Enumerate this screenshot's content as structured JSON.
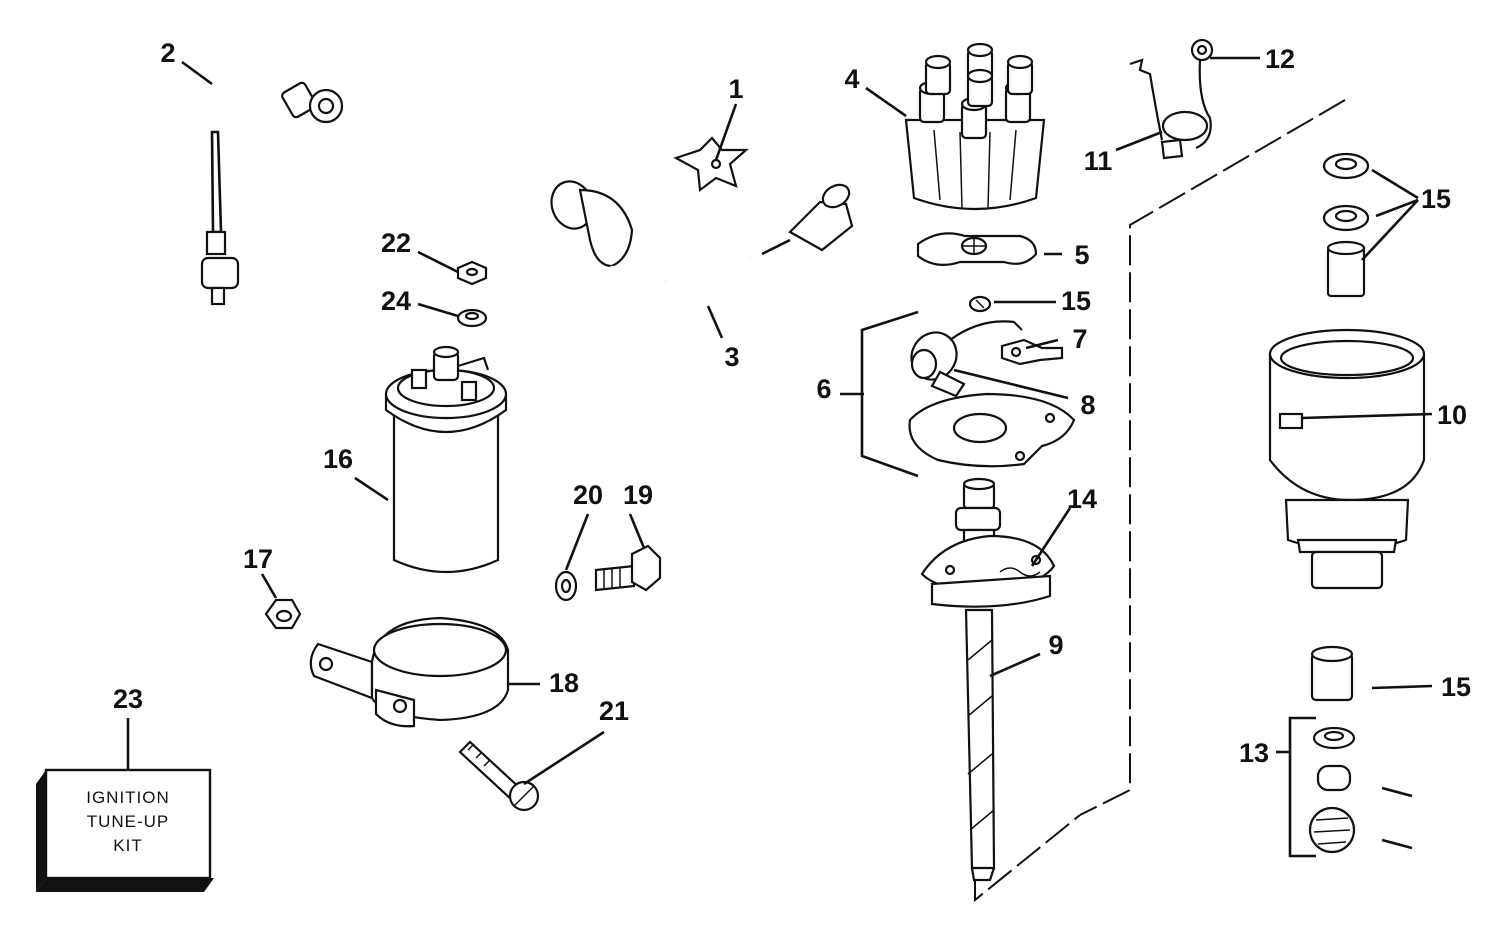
{
  "callouts": {
    "n1": "1",
    "n2": "2",
    "n3": "3",
    "n4": "4",
    "n5": "5",
    "n6": "6",
    "n7": "7",
    "n8": "8",
    "n9": "9",
    "n10": "10",
    "n11": "11",
    "n12": "12",
    "n13": "13",
    "n14": "14",
    "n15a": "15",
    "n15b": "15",
    "n15c": "15",
    "n16": "16",
    "n17": "17",
    "n18": "18",
    "n19": "19",
    "n20": "20",
    "n21": "21",
    "n22": "22",
    "n23": "23",
    "n24": "24"
  },
  "kit_box": {
    "line1": "IGNITION",
    "line2": "TUNE-UP",
    "line3": "KIT"
  }
}
